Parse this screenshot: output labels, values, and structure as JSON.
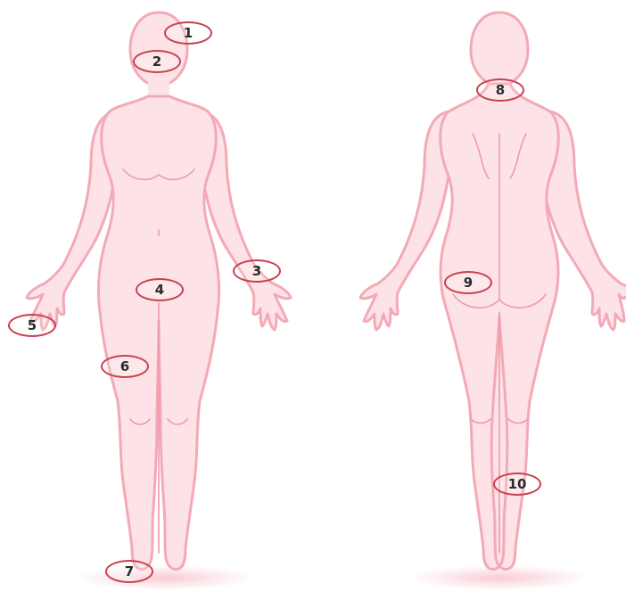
{
  "diagram": {
    "labels": [
      "1",
      "2",
      "3",
      "4",
      "5",
      "6",
      "7",
      "8",
      "9",
      "10"
    ],
    "colors": {
      "skin": "#fde3e7",
      "outline": "#f3a9b6",
      "line": "#ef9aab",
      "marker": "#c8414f",
      "shadow": "#f7c6cf"
    }
  }
}
